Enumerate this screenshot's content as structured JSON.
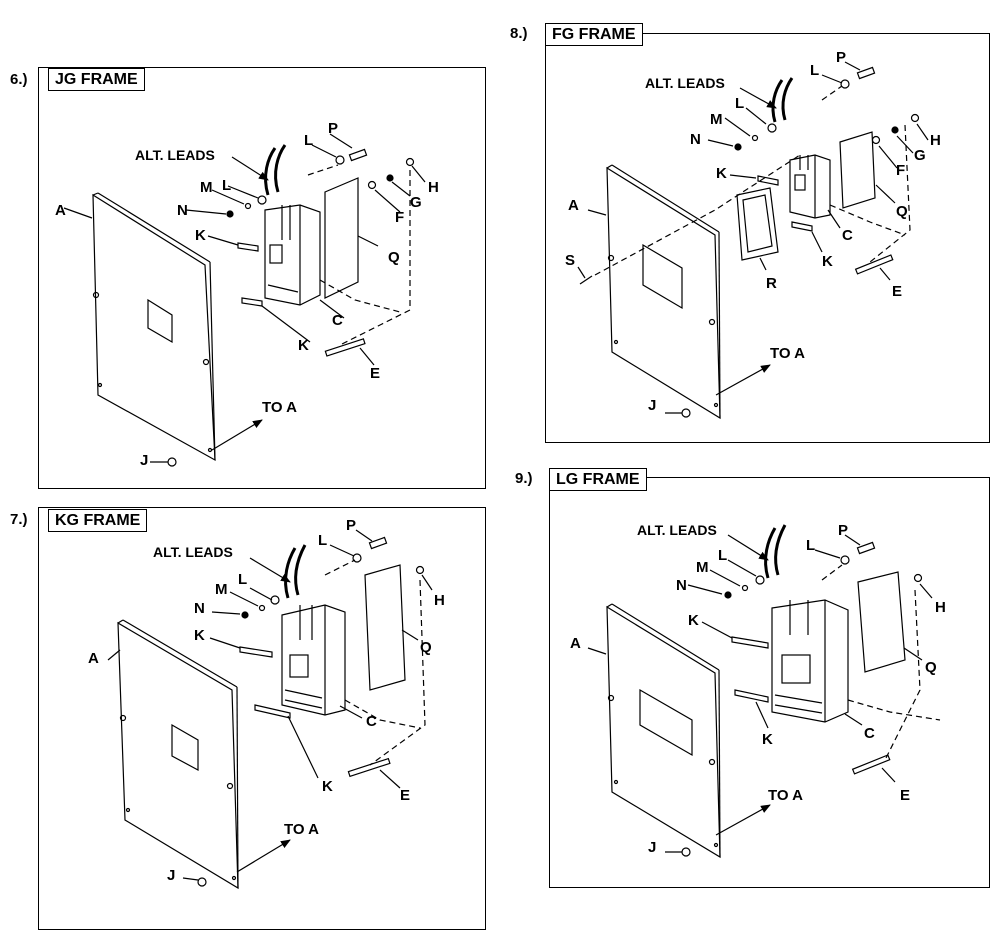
{
  "frames": [
    {
      "id": "6",
      "number": "6.)",
      "title": "JG FRAME"
    },
    {
      "id": "7",
      "number": "7.)",
      "title": "KG FRAME"
    },
    {
      "id": "8",
      "number": "8.)",
      "title": "FG FRAME"
    },
    {
      "id": "9",
      "number": "9.)",
      "title": "LG FRAME"
    }
  ],
  "callouts": {
    "alt_leads": "ALT. LEADS",
    "to_a": "TO A",
    "A": "A",
    "C": "C",
    "E": "E",
    "F": "F",
    "G": "G",
    "H": "H",
    "J": "J",
    "K": "K",
    "L": "L",
    "M": "M",
    "N": "N",
    "P": "P",
    "Q": "Q",
    "R": "R",
    "S": "S"
  }
}
